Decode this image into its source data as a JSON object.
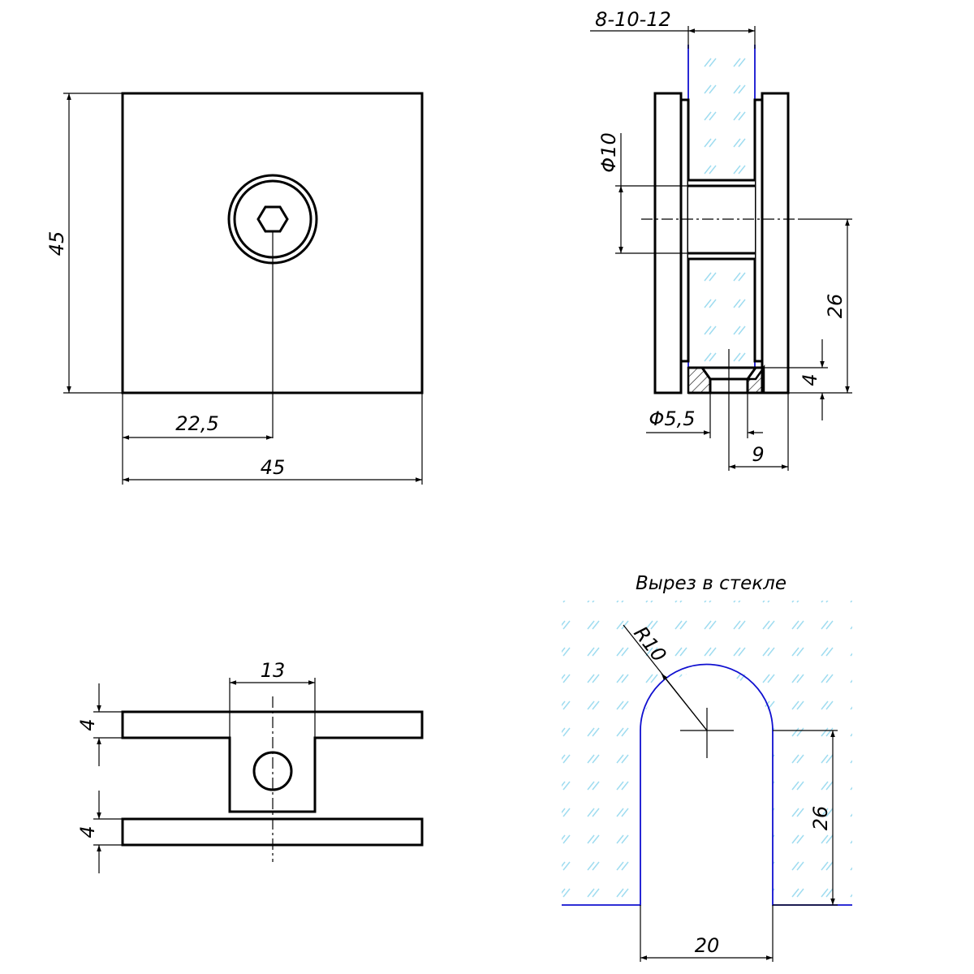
{
  "front_view": {
    "dim_height": "45",
    "dim_half_width": "22,5",
    "dim_width": "45"
  },
  "side_view": {
    "dim_glass_thickness": "8-10-12",
    "dim_pin_diameter": "Φ10",
    "dim_center_height": "26",
    "dim_base_thickness": "4",
    "dim_hole_diameter": "Φ5,5",
    "dim_half_width": "9"
  },
  "top_view": {
    "dim_pin_width": "13",
    "dim_upper_plate": "4",
    "dim_lower_plate": "4"
  },
  "cutout_view": {
    "title": "Вырез в стекле",
    "dim_radius": "R10",
    "dim_depth": "26",
    "dim_width": "20"
  },
  "colors": {
    "line": "#000000",
    "glass_edge": "#1010d0",
    "glass_hatch": "#9fdcf0"
  }
}
